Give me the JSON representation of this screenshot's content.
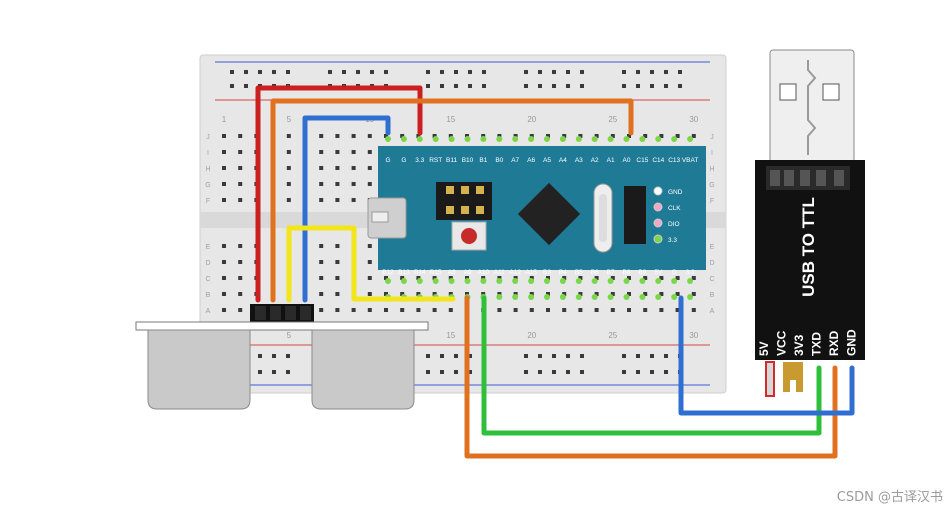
{
  "breadboard": {
    "column_numbers": [
      "1",
      "5",
      "10",
      "15",
      "20",
      "25",
      "30"
    ],
    "row_letters_top": [
      "J",
      "I",
      "H",
      "G",
      "F"
    ],
    "row_letters_bottom": [
      "E",
      "D",
      "C",
      "B",
      "A"
    ]
  },
  "stm32_board": {
    "top_pins": [
      "G",
      "G",
      "3.3",
      "RST",
      "B11",
      "B10",
      "B1",
      "B0",
      "A7",
      "A6",
      "A5",
      "A4",
      "A3",
      "A2",
      "A1",
      "A0",
      "C15",
      "C14",
      "C13",
      "VBAT"
    ],
    "bottom_pins": [
      "B12",
      "B13",
      "B14",
      "B15",
      "A8",
      "A9",
      "A10",
      "A11",
      "A12",
      "A15",
      "B3",
      "B4",
      "B5",
      "B6",
      "B7",
      "B8",
      "B9",
      "5V",
      "G",
      "3.3"
    ],
    "header_labels": [
      "GND",
      "CLK",
      "DIO",
      "3.3"
    ],
    "pcb_color": "#1f7a96"
  },
  "usb_ttl": {
    "title": "USB TO TTL",
    "pins": [
      "5V",
      "VCC",
      "3V3",
      "TXD",
      "RXD",
      "GND"
    ]
  },
  "wire_colors": {
    "red": "#cc1f1f",
    "orange": "#e0711f",
    "blue": "#2f6fd1",
    "yellow": "#f2e61a",
    "green": "#2fbf3a"
  },
  "watermark": "CSDN @古译汉书"
}
